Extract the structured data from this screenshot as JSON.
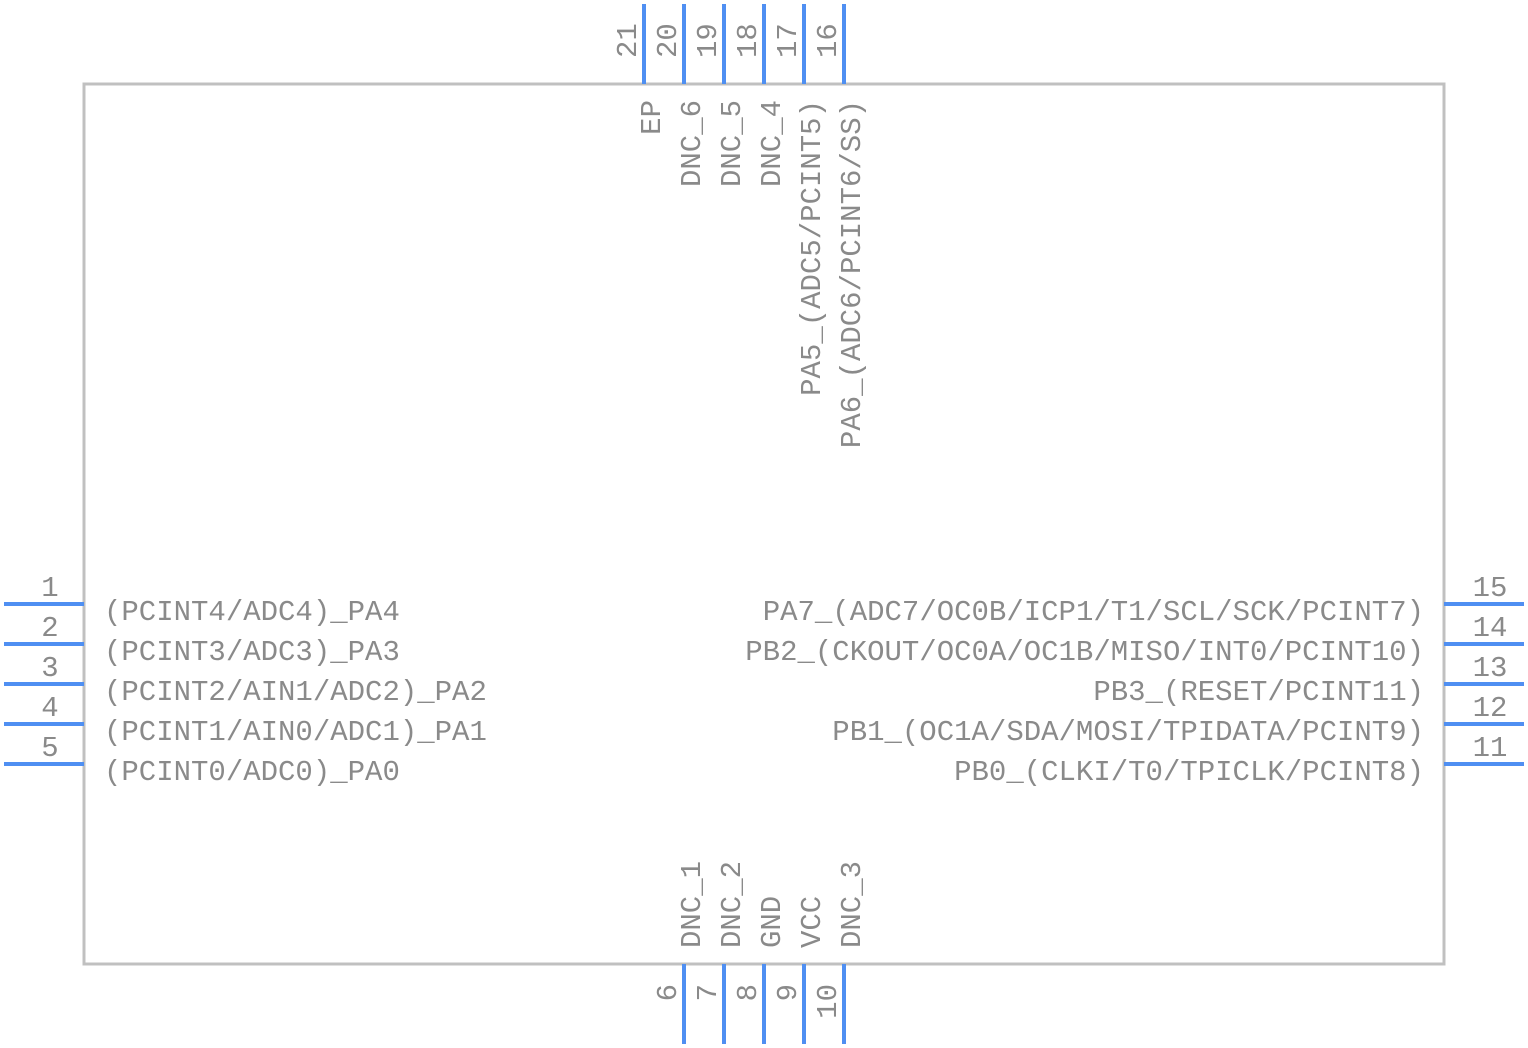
{
  "component": {
    "body_color": "#c0c0c0",
    "pin_color": "#4f8ff2",
    "text_color": "#8a8a8a"
  },
  "pins": {
    "left": [
      {
        "number": "1",
        "label": "(PCINT4/ADC4)_PA4"
      },
      {
        "number": "2",
        "label": "(PCINT3/ADC3)_PA3"
      },
      {
        "number": "3",
        "label": "(PCINT2/AIN1/ADC2)_PA2"
      },
      {
        "number": "4",
        "label": "(PCINT1/AIN0/ADC1)_PA1"
      },
      {
        "number": "5",
        "label": "(PCINT0/ADC0)_PA0"
      }
    ],
    "right": [
      {
        "number": "15",
        "label": "PA7_(ADC7/OC0B/ICP1/T1/SCL/SCK/PCINT7)"
      },
      {
        "number": "14",
        "label": "PB2_(CKOUT/OC0A/OC1B/MISO/INT0/PCINT10)"
      },
      {
        "number": "13",
        "label": "PB3_(RESET/PCINT11)"
      },
      {
        "number": "12",
        "label": "PB1_(OC1A/SDA/MOSI/TPIDATA/PCINT9)"
      },
      {
        "number": "11",
        "label": "PB0_(CLKI/T0/TPICLK/PCINT8)"
      }
    ],
    "top": [
      {
        "number": "21",
        "label": "EP"
      },
      {
        "number": "20",
        "label": "DNC_6"
      },
      {
        "number": "19",
        "label": "DNC_5"
      },
      {
        "number": "18",
        "label": "DNC_4"
      },
      {
        "number": "17",
        "label": "PA5_(ADC5/PCINT5)"
      },
      {
        "number": "16",
        "label": "PA6_(ADC6/PCINT6/SS)"
      }
    ],
    "bottom": [
      {
        "number": "6",
        "label": "DNC_1"
      },
      {
        "number": "7",
        "label": "DNC_2"
      },
      {
        "number": "8",
        "label": "GND"
      },
      {
        "number": "9",
        "label": "VCC"
      },
      {
        "number": "10",
        "label": "DNC_3"
      }
    ]
  }
}
